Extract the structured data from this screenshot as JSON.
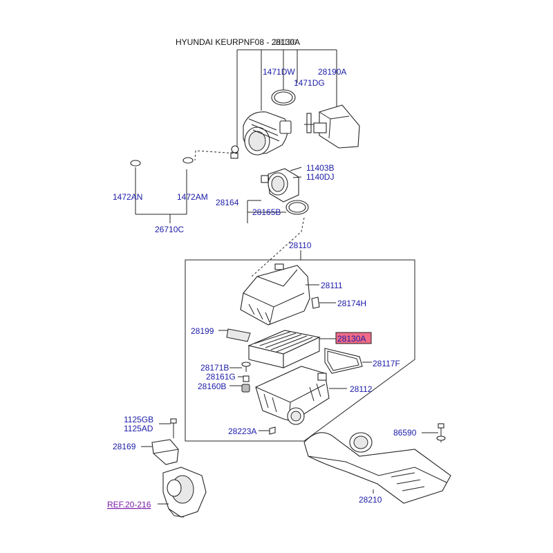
{
  "title": "HYUNDAI KEURPNF08 - 28130A",
  "title_overlay": "28130",
  "highlight_color": "#f06a86",
  "label_color": "#1a1aa8",
  "ref_color": "#7a1aa8",
  "labels": {
    "p1471DW": "1471DW",
    "p28190A": "28190A",
    "p1471DG": "1471DG",
    "p11403B": "11403B",
    "p1140DJ": "1140DJ",
    "p1472AN": "1472AN",
    "p1472AM": "1472AM",
    "p28164": "28164",
    "p28165B": "28165B",
    "p26710C": "26710C",
    "p28110": "28110",
    "p28111": "28111",
    "p28174H": "28174H",
    "p28199": "28199",
    "p28130A": "28130A",
    "p28171B": "28171B",
    "p28117F": "28117F",
    "p28161G": "28161G",
    "p28160B": "28160B",
    "p28112": "28112",
    "p1125GB": "1125GB",
    "p1125AD": "1125AD",
    "p28223A": "28223A",
    "p86590": "86590",
    "p28169": "28169",
    "p28210": "28210",
    "ref": "REF.20-216"
  }
}
